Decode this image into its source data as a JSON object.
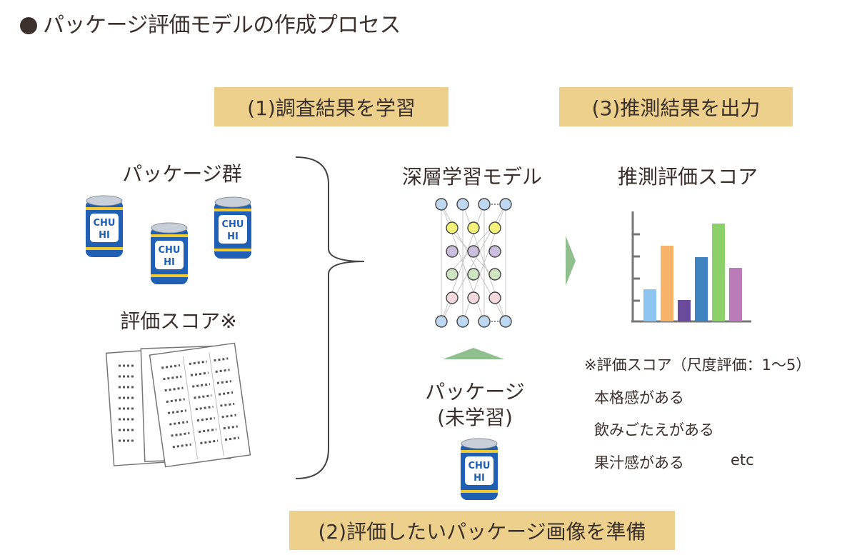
{
  "title": "パッケージ評価モデルの作成プロセス",
  "steps": {
    "step1": "(1)調査結果を学習",
    "step2": "(2)評価したいパッケージ画像を準備",
    "step3": "(3)推測結果を出力"
  },
  "left": {
    "packages_label": "パッケージ群",
    "scores_label": "評価スコア※"
  },
  "can_text": [
    "CHU",
    "HI"
  ],
  "middle": {
    "model_label": "深層学習モデル",
    "new_package_line1": "パッケージ",
    "new_package_line2": "(未学習)"
  },
  "right": {
    "estimated_label": "推測評価スコア",
    "note": "※評価スコア（尺度評価：1～5）",
    "attributes": [
      "本格感がある",
      "飲みごたえがある",
      "果汁感がある"
    ],
    "etc": "etc"
  },
  "colors": {
    "step_box": "#ecd08c",
    "arrow_green": "#8fbf8c",
    "can_blue": "#1f5fb4"
  }
}
